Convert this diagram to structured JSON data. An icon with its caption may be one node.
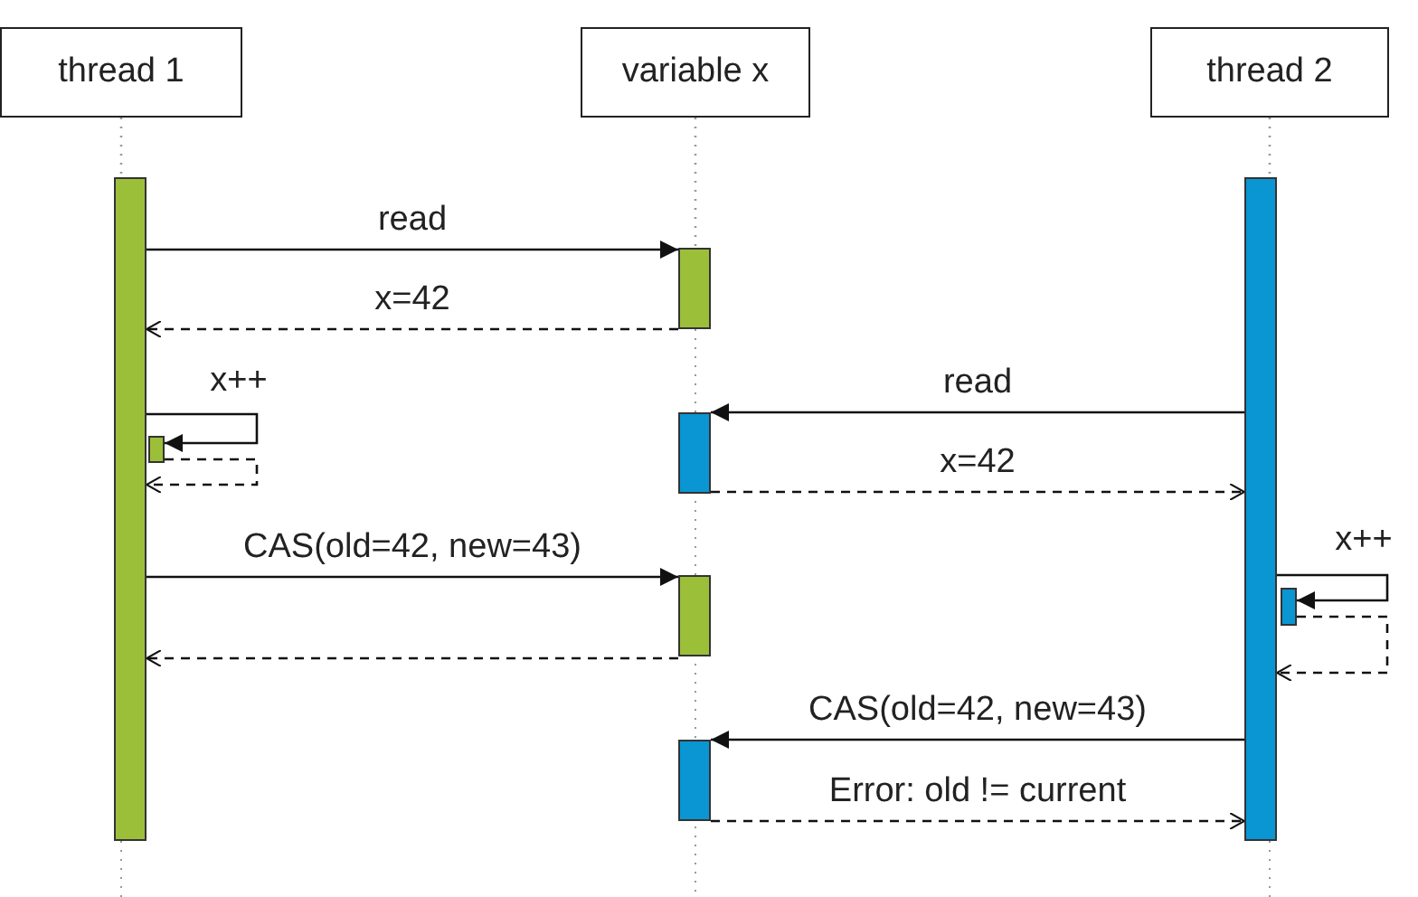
{
  "diagram": {
    "nodes": [
      {
        "text": [
          "thread 1"
        ]
      },
      {
        "text": [
          "variable x"
        ]
      },
      {
        "text": [
          "thread 2"
        ]
      },
      {
        "text": [],
        "shape": "bar"
      },
      {
        "text": [],
        "shape": "bar"
      },
      {
        "text": [],
        "shape": "bar"
      },
      {
        "text": [],
        "shape": "bar"
      },
      {
        "text": [],
        "shape": "bar"
      },
      {
        "text": [],
        "shape": "bar"
      },
      {
        "text": [],
        "shape": "bar"
      },
      {
        "text": [],
        "shape": "bar"
      }
    ],
    "edges": [
      {
        "from": 0,
        "to": 3,
        "arrow": "none",
        "style": "dashed",
        "color": "#999999"
      },
      {
        "from": 1,
        "to": 5,
        "arrow": "none",
        "style": "dashed",
        "color": "#999999"
      },
      {
        "from": 2,
        "to": 4,
        "arrow": "none",
        "style": "dashed",
        "color": "#999999"
      },
      {
        "from": 3,
        "to": 5,
        "arrow": "to",
        "label": "read"
      },
      {
        "from": 5,
        "to": 3,
        "arrow": "to",
        "label": "x=42",
        "style": "dashed"
      },
      {
        "from": 3,
        "to": 6,
        "arrow": "to",
        "label": "x++"
      },
      {
        "from": 6,
        "to": 3,
        "arrow": "to",
        "style": "dashed"
      },
      {
        "from": 4,
        "to": 7,
        "arrow": "to",
        "label": "read"
      },
      {
        "from": 7,
        "to": 4,
        "arrow": "to",
        "label": "x=42",
        "style": "dashed"
      },
      {
        "from": 3,
        "to": 8,
        "arrow": "to",
        "label": "CAS(old=42, new=43)"
      },
      {
        "from": 8,
        "to": 3,
        "arrow": "to",
        "style": "dashed"
      },
      {
        "from": 4,
        "to": 9,
        "arrow": "to",
        "label": "x++"
      },
      {
        "from": 9,
        "to": 4,
        "arrow": "to",
        "style": "dashed"
      },
      {
        "from": 4,
        "to": 10,
        "arrow": "to",
        "label": "CAS(old=42, new=43)"
      },
      {
        "from": 10,
        "to": 4,
        "arrow": "to",
        "label": "Error: old != current",
        "style": "dashed"
      }
    ]
  }
}
